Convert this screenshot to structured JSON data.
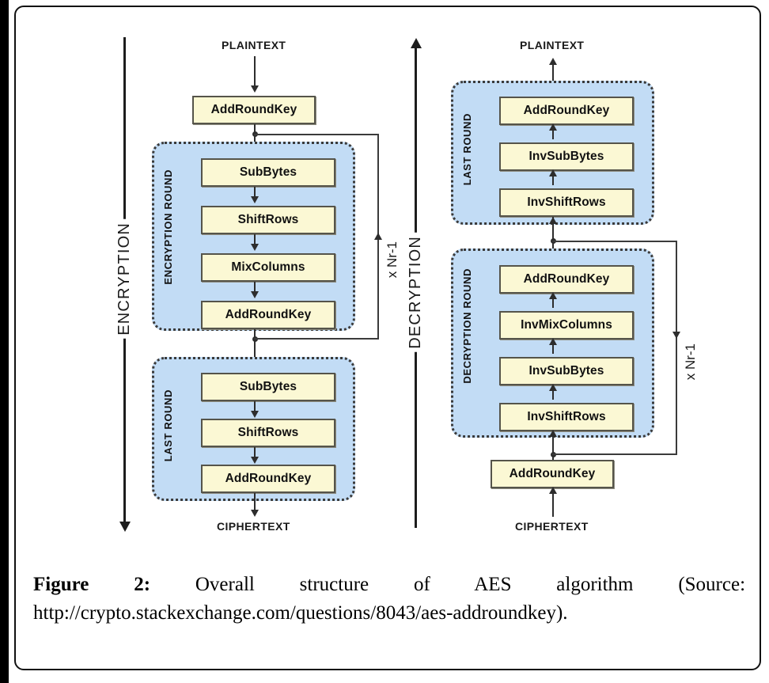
{
  "figure": {
    "caption_label": "Figure 2:",
    "caption_text": "Overall structure of AES algorithm (Source: http://crypto.stackexchange.com/questions/8043/aes-addroundkey)."
  },
  "colors": {
    "process_fill": "#fbf8d4",
    "process_border": "#55544a",
    "round_fill": "#c2dcf5",
    "round_border": "#3a3a3a",
    "line": "#2d2d2d"
  },
  "encryption": {
    "side_label": "ENCRYPTION",
    "top_label": "PLAINTEXT",
    "bottom_label": "CIPHERTEXT",
    "loop_label": "x Nr-1",
    "initial_step": "AddRoundKey",
    "round": {
      "label": "ENCRYPTION ROUND",
      "steps": [
        "SubBytes",
        "ShiftRows",
        "MixColumns",
        "AddRoundKey"
      ]
    },
    "last_round": {
      "label": "LAST ROUND",
      "steps": [
        "SubBytes",
        "ShiftRows",
        "AddRoundKey"
      ]
    }
  },
  "decryption": {
    "side_label": "DECRYPTION",
    "top_label": "PLAINTEXT",
    "bottom_label": "CIPHERTEXT",
    "loop_label": "x Nr-1",
    "initial_step": "AddRoundKey",
    "last_round": {
      "label": "LAST ROUND",
      "steps": [
        "AddRoundKey",
        "InvSubBytes",
        "InvShiftRows"
      ]
    },
    "round": {
      "label": "DECRYPTION ROUND",
      "steps": [
        "AddRoundKey",
        "InvMixColumns",
        "InvSubBytes",
        "InvShiftRows"
      ]
    }
  }
}
